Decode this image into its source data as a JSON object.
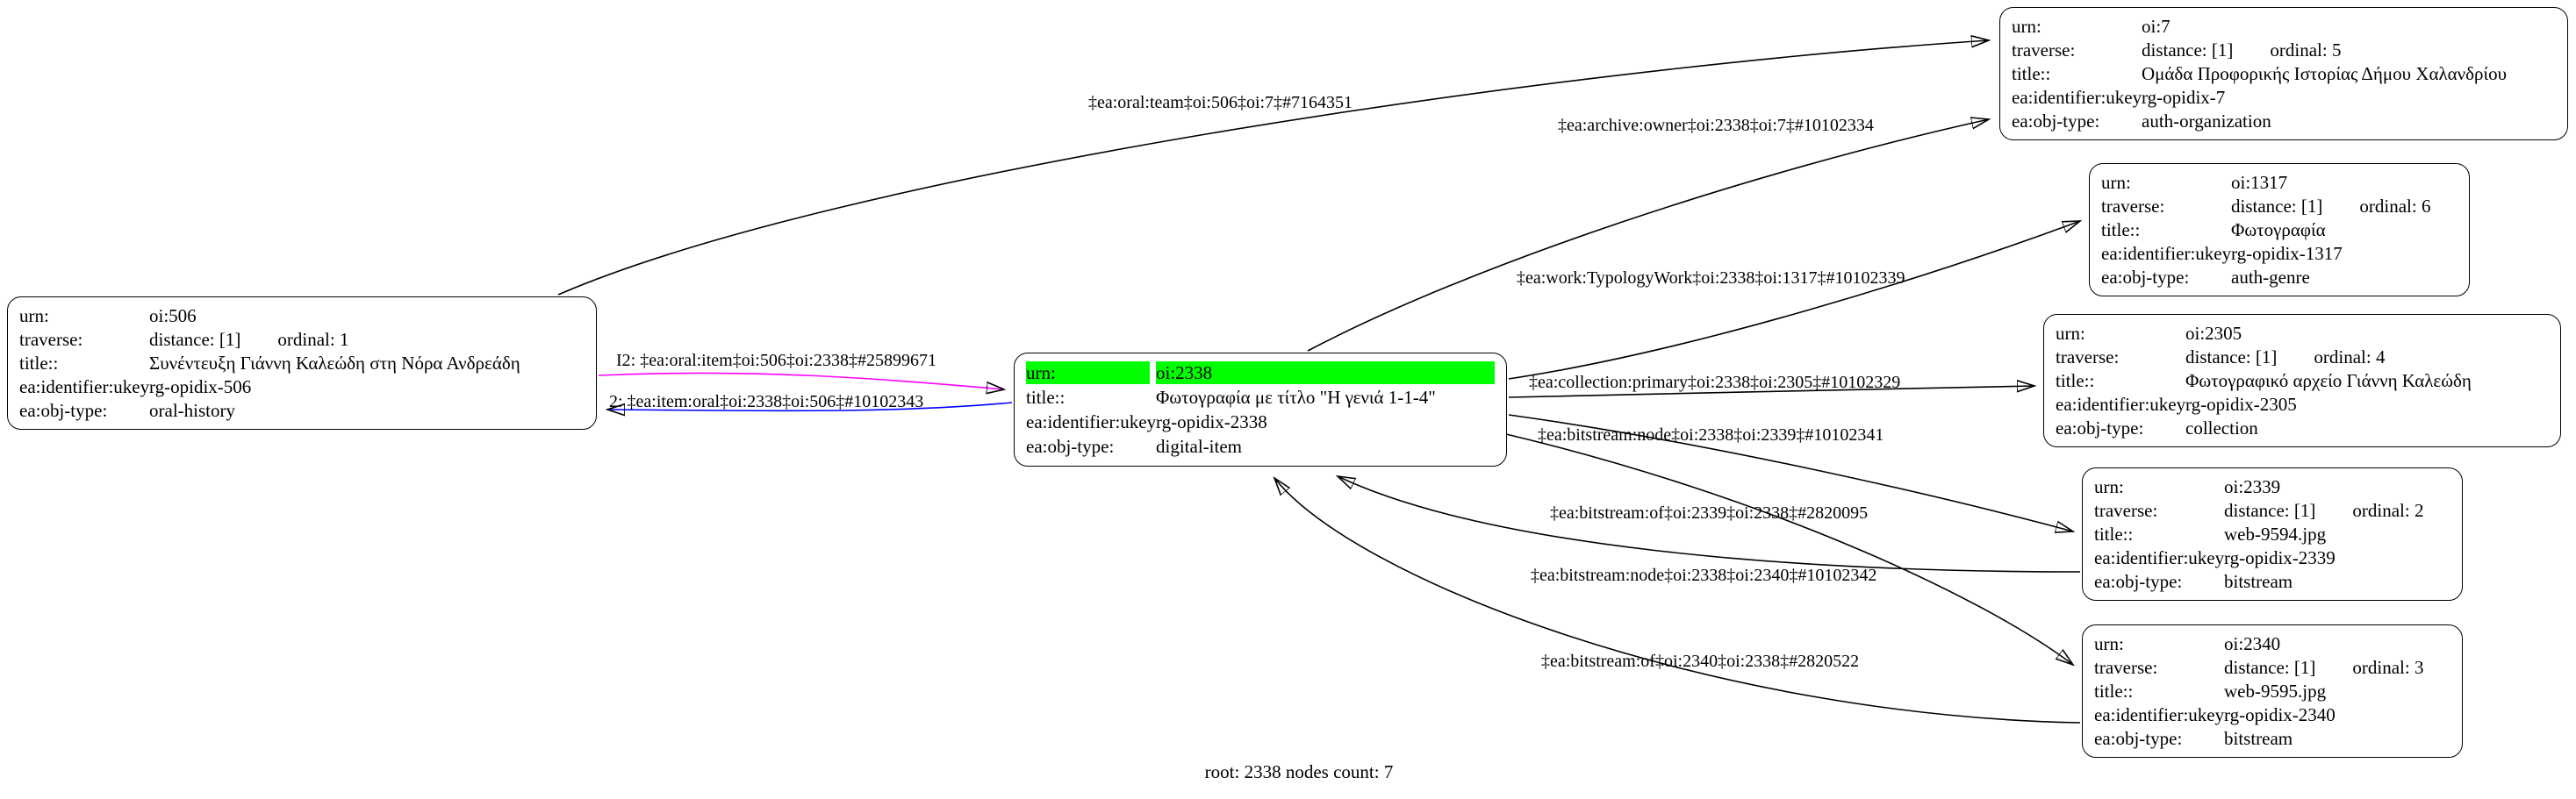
{
  "caption": "root: 2338 nodes count: 7",
  "colors": {
    "background": "#ffffff",
    "node_border": "#000000",
    "highlight": "#00ff00",
    "edge_default": "#000000",
    "edge_oral_item": "#ff00ff",
    "edge_item_oral": "#0000ff"
  },
  "nodes": [
    {
      "id": "oi:506",
      "rows": [
        {
          "k": "urn:",
          "v": "oi:506"
        },
        {
          "k": "traverse:",
          "v": "distance: [1]",
          "v2": "ordinal: 1"
        },
        {
          "k": "title::",
          "v": "Συνέντευξη Γιάννη Καλεώδη στη Νόρα Ανδρεάδη"
        },
        {
          "k": "ea:identifier:ukey",
          "v": "rg-opidix-506"
        },
        {
          "k": "ea:obj-type:",
          "v": "oral-history"
        }
      ]
    },
    {
      "id": "oi:2338",
      "rows": [
        {
          "k": "urn:",
          "v": "oi:2338",
          "hl": true
        },
        {
          "k": "title::",
          "v": "Φωτογραφία με τίτλο \"Η γενιά 1-1-4\""
        },
        {
          "k": "ea:identifier:ukey",
          "v": "rg-opidix-2338"
        },
        {
          "k": "ea:obj-type:",
          "v": "digital-item"
        }
      ]
    },
    {
      "id": "oi:7",
      "rows": [
        {
          "k": "urn:",
          "v": "oi:7"
        },
        {
          "k": "traverse:",
          "v": "distance: [1]",
          "v2": "ordinal: 5"
        },
        {
          "k": "title::",
          "v": "Ομάδα Προφορικής Ιστορίας Δήμου Χαλανδρίου"
        },
        {
          "k": "ea:identifier:ukey",
          "v": "rg-opidix-7"
        },
        {
          "k": "ea:obj-type:",
          "v": "auth-organization"
        }
      ]
    },
    {
      "id": "oi:1317",
      "rows": [
        {
          "k": "urn:",
          "v": "oi:1317"
        },
        {
          "k": "traverse:",
          "v": "distance: [1]",
          "v2": "ordinal: 6"
        },
        {
          "k": "title::",
          "v": "Φωτογραφία"
        },
        {
          "k": "ea:identifier:ukey",
          "v": "rg-opidix-1317"
        },
        {
          "k": "ea:obj-type:",
          "v": "auth-genre"
        }
      ]
    },
    {
      "id": "oi:2305",
      "rows": [
        {
          "k": "urn:",
          "v": "oi:2305"
        },
        {
          "k": "traverse:",
          "v": "distance: [1]",
          "v2": "ordinal: 4"
        },
        {
          "k": "title::",
          "v": "Φωτογραφικό αρχείο Γιάννη Καλεώδη"
        },
        {
          "k": "ea:identifier:ukey",
          "v": "rg-opidix-2305"
        },
        {
          "k": "ea:obj-type:",
          "v": "collection"
        }
      ]
    },
    {
      "id": "oi:2339",
      "rows": [
        {
          "k": "urn:",
          "v": "oi:2339"
        },
        {
          "k": "traverse:",
          "v": "distance: [1]",
          "v2": "ordinal: 2"
        },
        {
          "k": "title::",
          "v": "web-9594.jpg"
        },
        {
          "k": "ea:identifier:ukey",
          "v": "rg-opidix-2339"
        },
        {
          "k": "ea:obj-type:",
          "v": "bitstream"
        }
      ]
    },
    {
      "id": "oi:2340",
      "rows": [
        {
          "k": "urn:",
          "v": "oi:2340"
        },
        {
          "k": "traverse:",
          "v": "distance: [1]",
          "v2": "ordinal: 3"
        },
        {
          "k": "title::",
          "v": "web-9595.jpg"
        },
        {
          "k": "ea:identifier:ukey",
          "v": "rg-opidix-2340"
        },
        {
          "k": "ea:obj-type:",
          "v": "bitstream"
        }
      ]
    }
  ],
  "edges": [
    {
      "name": "oral-team",
      "label": "‡ea:oral:team‡oi:506‡oi:7‡#7164351",
      "color": "#000000"
    },
    {
      "name": "archive-owner",
      "label": "‡ea:archive:owner‡oi:2338‡oi:7‡#10102334",
      "color": "#000000"
    },
    {
      "name": "oral-item",
      "label": "I2: ‡ea:oral:item‡oi:506‡oi:2338‡#25899671",
      "color": "#ff00ff"
    },
    {
      "name": "item-oral",
      "label": "2: ‡ea:item:oral‡oi:2338‡oi:506‡#10102343",
      "color": "#0000ff"
    },
    {
      "name": "work-typology-work",
      "label": "‡ea:work:TypologyWork‡oi:2338‡oi:1317‡#10102339",
      "color": "#000000"
    },
    {
      "name": "collection-primary",
      "label": "‡ea:collection:primary‡oi:2338‡oi:2305‡#10102329",
      "color": "#000000"
    },
    {
      "name": "bitstream-node-2339",
      "label": "‡ea:bitstream:node‡oi:2338‡oi:2339‡#10102341",
      "color": "#000000"
    },
    {
      "name": "bitstream-of-2339",
      "label": "‡ea:bitstream:of‡oi:2339‡oi:2338‡#2820095",
      "color": "#000000"
    },
    {
      "name": "bitstream-node-2340",
      "label": "‡ea:bitstream:node‡oi:2338‡oi:2340‡#10102342",
      "color": "#000000"
    },
    {
      "name": "bitstream-of-2340",
      "label": "‡ea:bitstream:of‡oi:2340‡oi:2338‡#2820522",
      "color": "#000000"
    }
  ]
}
